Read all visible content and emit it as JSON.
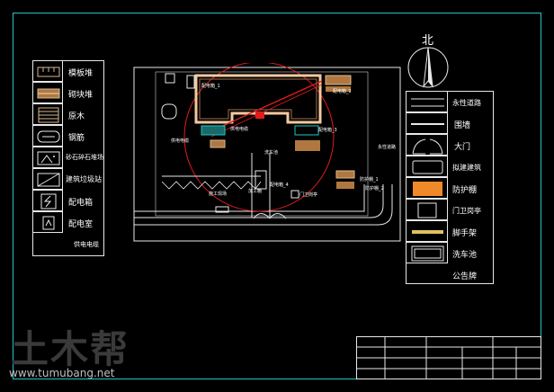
{
  "left_legend": [
    {
      "icon": "formwork-pile-icon",
      "label": "模板堆"
    },
    {
      "icon": "brick-pile-icon",
      "label": "砌块堆"
    },
    {
      "icon": "timber-icon",
      "label": "原木"
    },
    {
      "icon": "rebar-icon",
      "label": "钢筋"
    },
    {
      "icon": "sand-gravel-icon",
      "label": "砂石碎石堆场"
    },
    {
      "icon": "garbage-station-icon",
      "label": "建筑垃圾站"
    },
    {
      "icon": "distribution-box-icon",
      "label": "配电箱"
    },
    {
      "icon": "distribution-room-icon",
      "label": "配电室"
    },
    {
      "icon": "",
      "label": "供电电缆"
    }
  ],
  "right_legend": [
    {
      "icon": "permanent-road-icon",
      "label": "永性道路"
    },
    {
      "icon": "enclosure-wall-icon",
      "label": "围墙"
    },
    {
      "icon": "gate-icon",
      "label": "大门"
    },
    {
      "icon": "proposed-building-icon",
      "label": "拟建建筑"
    },
    {
      "icon": "protective-shed-icon",
      "label": "防护棚"
    },
    {
      "icon": "guard-room-icon",
      "label": "门卫岗亭"
    },
    {
      "icon": "scaffold-icon",
      "label": "脚手架"
    },
    {
      "icon": "wash-pool-icon",
      "label": "洗车池"
    },
    {
      "icon": "",
      "label": "公告牌"
    }
  ],
  "compass": {
    "label": "北"
  },
  "plan_labels": {
    "power_cable_1": "供电电缆",
    "power_cable_2": "供电电缆",
    "road_label": "永性道路",
    "wash_label": "洗车池",
    "guard_label": "门卫岗亭",
    "site_label_1": "配电箱_1",
    "site_label_2": "配电箱_2",
    "site_label_3": "配电箱_3",
    "site_label_4": "配电箱_4",
    "site_label_5": "施工现场",
    "site_label_6": "加工棚",
    "site_label_7": "防护棚_1",
    "site_label_8": "防护棚_2"
  },
  "colors": {
    "frame": "#1ec8c8",
    "crane_circle": "#e01c1c",
    "building": "#f4c8a0",
    "shed": "#f08a28",
    "pile": "#b07840",
    "scaffold": "#e0c060",
    "line": "#e8e8e8"
  },
  "watermark": {
    "text": "土木帮",
    "url": "www.tumubang.net"
  }
}
